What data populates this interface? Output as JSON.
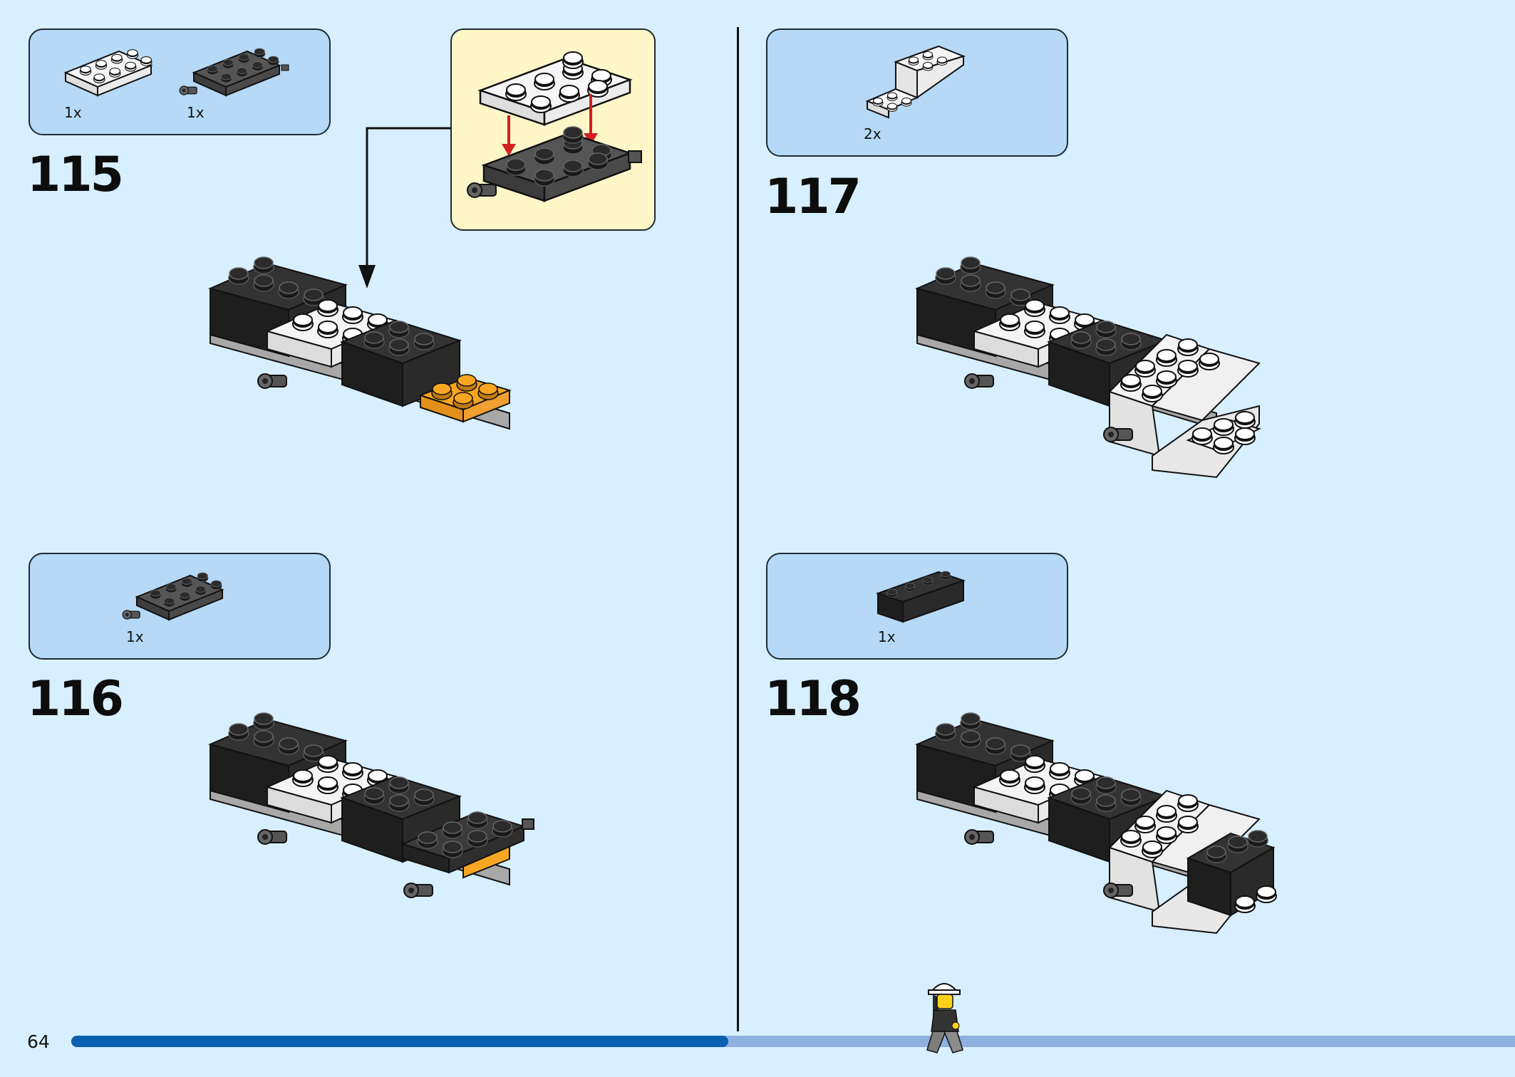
{
  "page": {
    "number": "64",
    "progress": 0.455
  },
  "steps": [
    {
      "id": "115",
      "number": "115",
      "parts": [
        {
          "qty": "1x",
          "part": "white plate 2x4"
        },
        {
          "qty": "1x",
          "part": "dark grey plate with pins"
        }
      ]
    },
    {
      "id": "116",
      "number": "116",
      "parts": [
        {
          "qty": "1x",
          "part": "dark grey plate with pins"
        }
      ]
    },
    {
      "id": "117",
      "number": "117",
      "parts": [
        {
          "qty": "2x",
          "part": "white bracket"
        }
      ]
    },
    {
      "id": "118",
      "number": "118",
      "parts": [
        {
          "qty": "1x",
          "part": "black brick 1x4"
        }
      ]
    }
  ],
  "colors": {
    "background": "#d7efff",
    "parts_box": "#b5d9f6",
    "callout": "#fff7c8",
    "progress_done": "#0a5fb0",
    "progress_rest": "#8fb0e0",
    "arrow_red": "#d42020",
    "brick_black": "#2b2b2b",
    "brick_white": "#f4f4f4",
    "brick_orange": "#f6a623",
    "plate_grey": "#9a9a9a"
  },
  "icons": [
    "minifigure-worker-icon",
    "red-down-arrow-icon",
    "black-pointer-arrow-icon"
  ]
}
